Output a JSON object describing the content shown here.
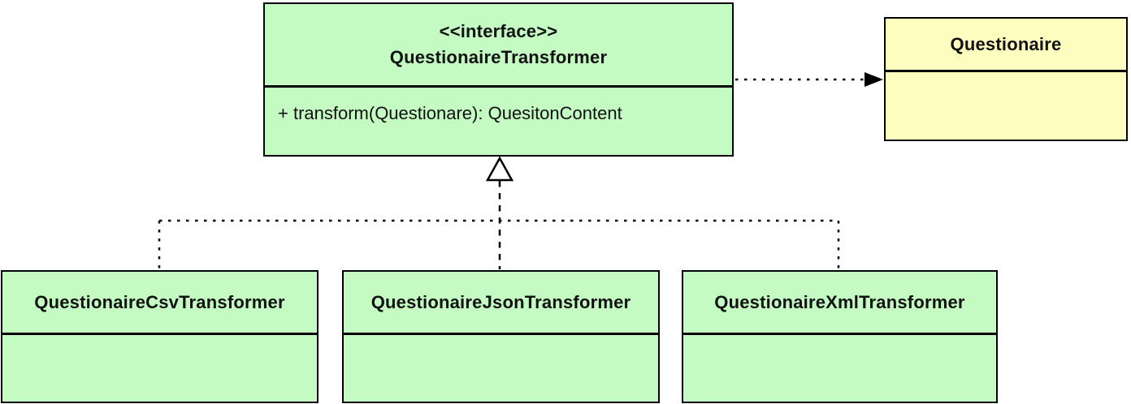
{
  "diagram": {
    "interface_class": {
      "stereotype": "<<interface>>",
      "name": "QuestionaireTransformer",
      "methods": [
        "+ transform(Questionare): QuesitonContent"
      ]
    },
    "referenced_class": {
      "name": "Questionaire"
    },
    "implementations": [
      {
        "name": "QuestionaireCsvTransformer"
      },
      {
        "name": "QuestionaireJsonTransformer"
      },
      {
        "name": "QuestionaireXmlTransformer"
      }
    ],
    "relationships": [
      {
        "type": "dependency",
        "from": "QuestionaireTransformer",
        "to": "Questionaire",
        "line": "dotted",
        "arrowhead": "filled-triangle"
      },
      {
        "type": "realization",
        "from": "QuestionaireCsvTransformer",
        "to": "QuestionaireTransformer",
        "line": "dotted",
        "arrowhead": "hollow-triangle"
      },
      {
        "type": "realization",
        "from": "QuestionaireJsonTransformer",
        "to": "QuestionaireTransformer",
        "line": "dashed",
        "arrowhead": "hollow-triangle"
      },
      {
        "type": "realization",
        "from": "QuestionaireXmlTransformer",
        "to": "QuestionaireTransformer",
        "line": "dotted",
        "arrowhead": "hollow-triangle"
      }
    ],
    "colors": {
      "class_fill_green": "#c3fbc3",
      "class_fill_yellow": "#fdfdbe",
      "border": "#000000",
      "background": "#ffffff"
    }
  }
}
